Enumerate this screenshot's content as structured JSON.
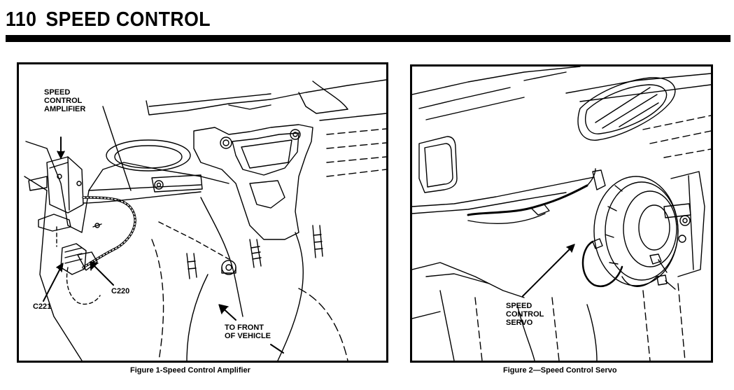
{
  "header": {
    "page_number": "110",
    "section_title": "SPEED CONTROL"
  },
  "figure1": {
    "callouts": {
      "amplifier": "SPEED\nCONTROL\nAMPLIFIER",
      "c220": "C220",
      "c221": "C221",
      "front": "TO FRONT\nOF VEHICLE"
    },
    "caption": "Figure 1-Speed Control Amplifier"
  },
  "figure2": {
    "callouts": {
      "servo": "SPEED\nCONTROL\nSERVO"
    },
    "caption": "Figure 2—Speed Control Servo"
  }
}
